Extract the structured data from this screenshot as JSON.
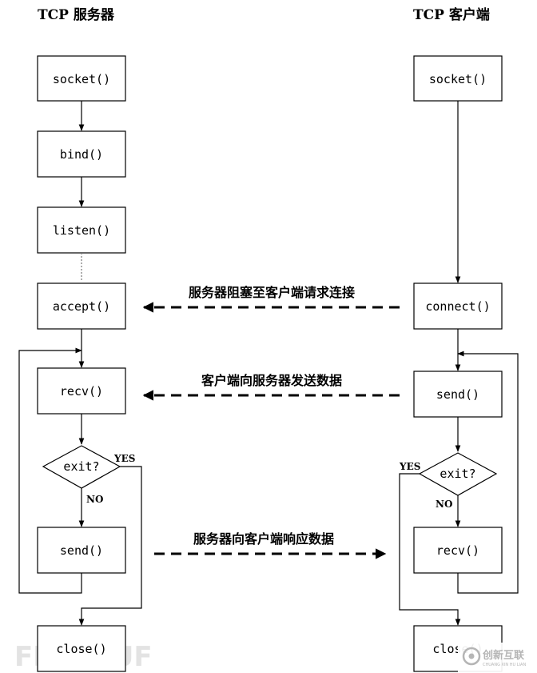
{
  "server": {
    "title": "TCP 服务器",
    "socket": "socket()",
    "bind": "bind()",
    "listen": "listen()",
    "accept": "accept()",
    "recv": "recv()",
    "exit": "exit?",
    "send": "send()",
    "close": "close()",
    "yes": "YES",
    "no": "NO"
  },
  "client": {
    "title": "TCP 客户端",
    "socket": "socket()",
    "connect": "connect()",
    "send": "send()",
    "exit": "exit?",
    "recv": "recv()",
    "close": "close()",
    "yes": "YES",
    "no": "NO"
  },
  "messages": {
    "connect": "服务器阻塞至客户端请求连接",
    "request": "客户端向服务器发送数据",
    "response": "服务器向客户端响应数据"
  },
  "watermarks": {
    "freebuf": "FREEBUF",
    "logo": "创新互联",
    "logo_sub": "CHUANG XIN HU LIAN"
  }
}
